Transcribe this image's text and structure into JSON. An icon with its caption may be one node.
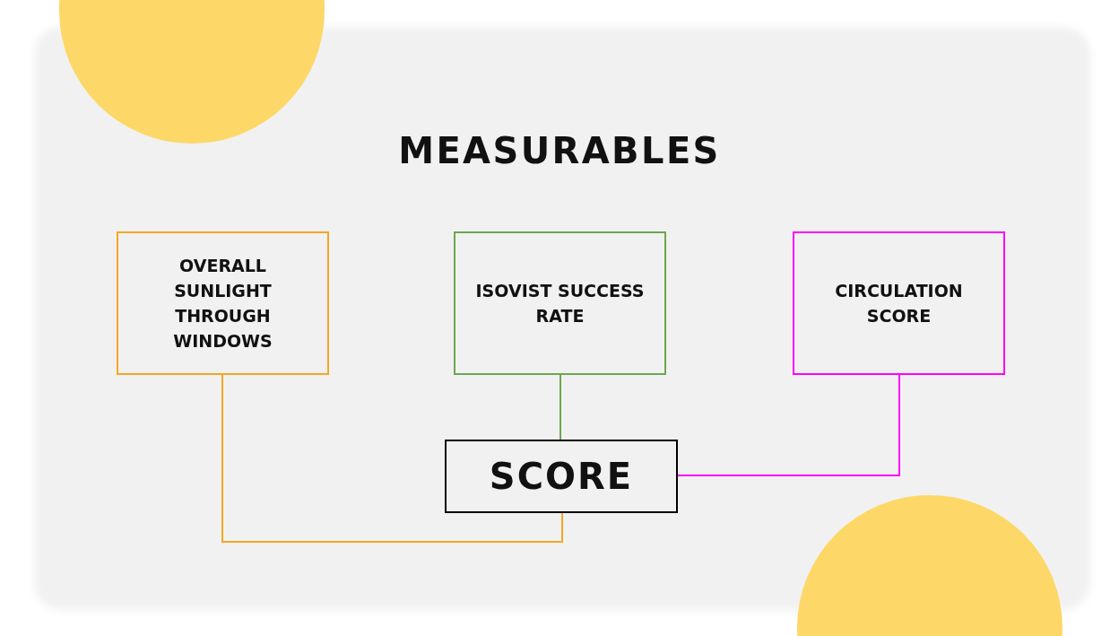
{
  "diagram": {
    "title": "MEASURABLES",
    "nodes": [
      {
        "text": [
          "OVERALL SUNLIGHT THROUGH WINDOWS"
        ]
      },
      {
        "text": [
          "ISOVIST SUCCESS RATE"
        ]
      },
      {
        "text": [
          "CIRCULATION SCORE"
        ]
      },
      {
        "text": [
          "SCORE"
        ]
      }
    ],
    "edges": [
      {
        "from": 0,
        "to": 3,
        "arrow": "none",
        "color": "#f6a623"
      },
      {
        "from": 1,
        "to": 3,
        "arrow": "none",
        "color": "#6aa84f"
      },
      {
        "from": 2,
        "to": 3,
        "arrow": "none",
        "color": "#ff00ff"
      }
    ]
  }
}
